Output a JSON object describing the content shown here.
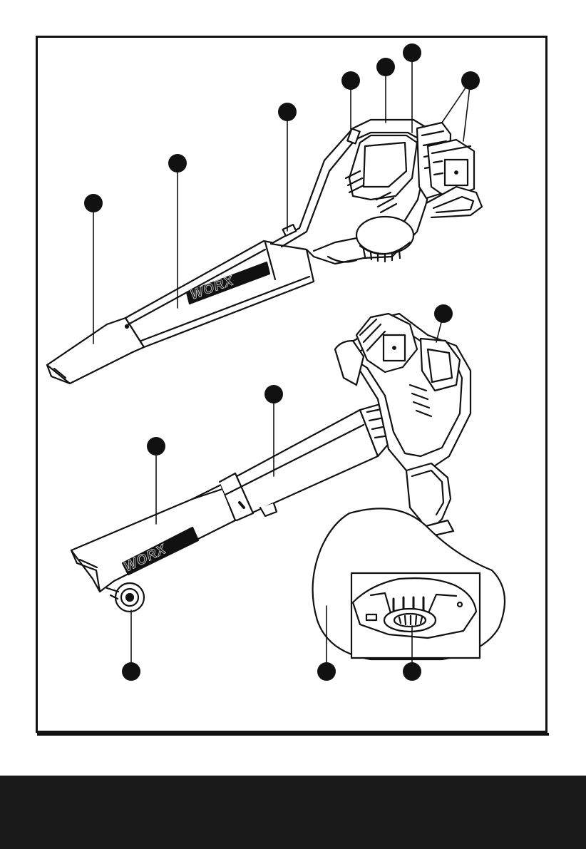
{
  "diagram": {
    "brand_marks": [
      "WORX",
      "WORX"
    ],
    "callouts": [
      {
        "id": "c1"
      },
      {
        "id": "c2"
      },
      {
        "id": "c3"
      },
      {
        "id": "c4"
      },
      {
        "id": "c5"
      },
      {
        "id": "c6"
      },
      {
        "id": "c7"
      },
      {
        "id": "c8"
      },
      {
        "id": "c9"
      },
      {
        "id": "c10"
      },
      {
        "id": "c11"
      },
      {
        "id": "c12"
      }
    ]
  },
  "colors": {
    "ink": "#111111",
    "paper": "#ffffff",
    "footer": "#1a1a1a"
  }
}
